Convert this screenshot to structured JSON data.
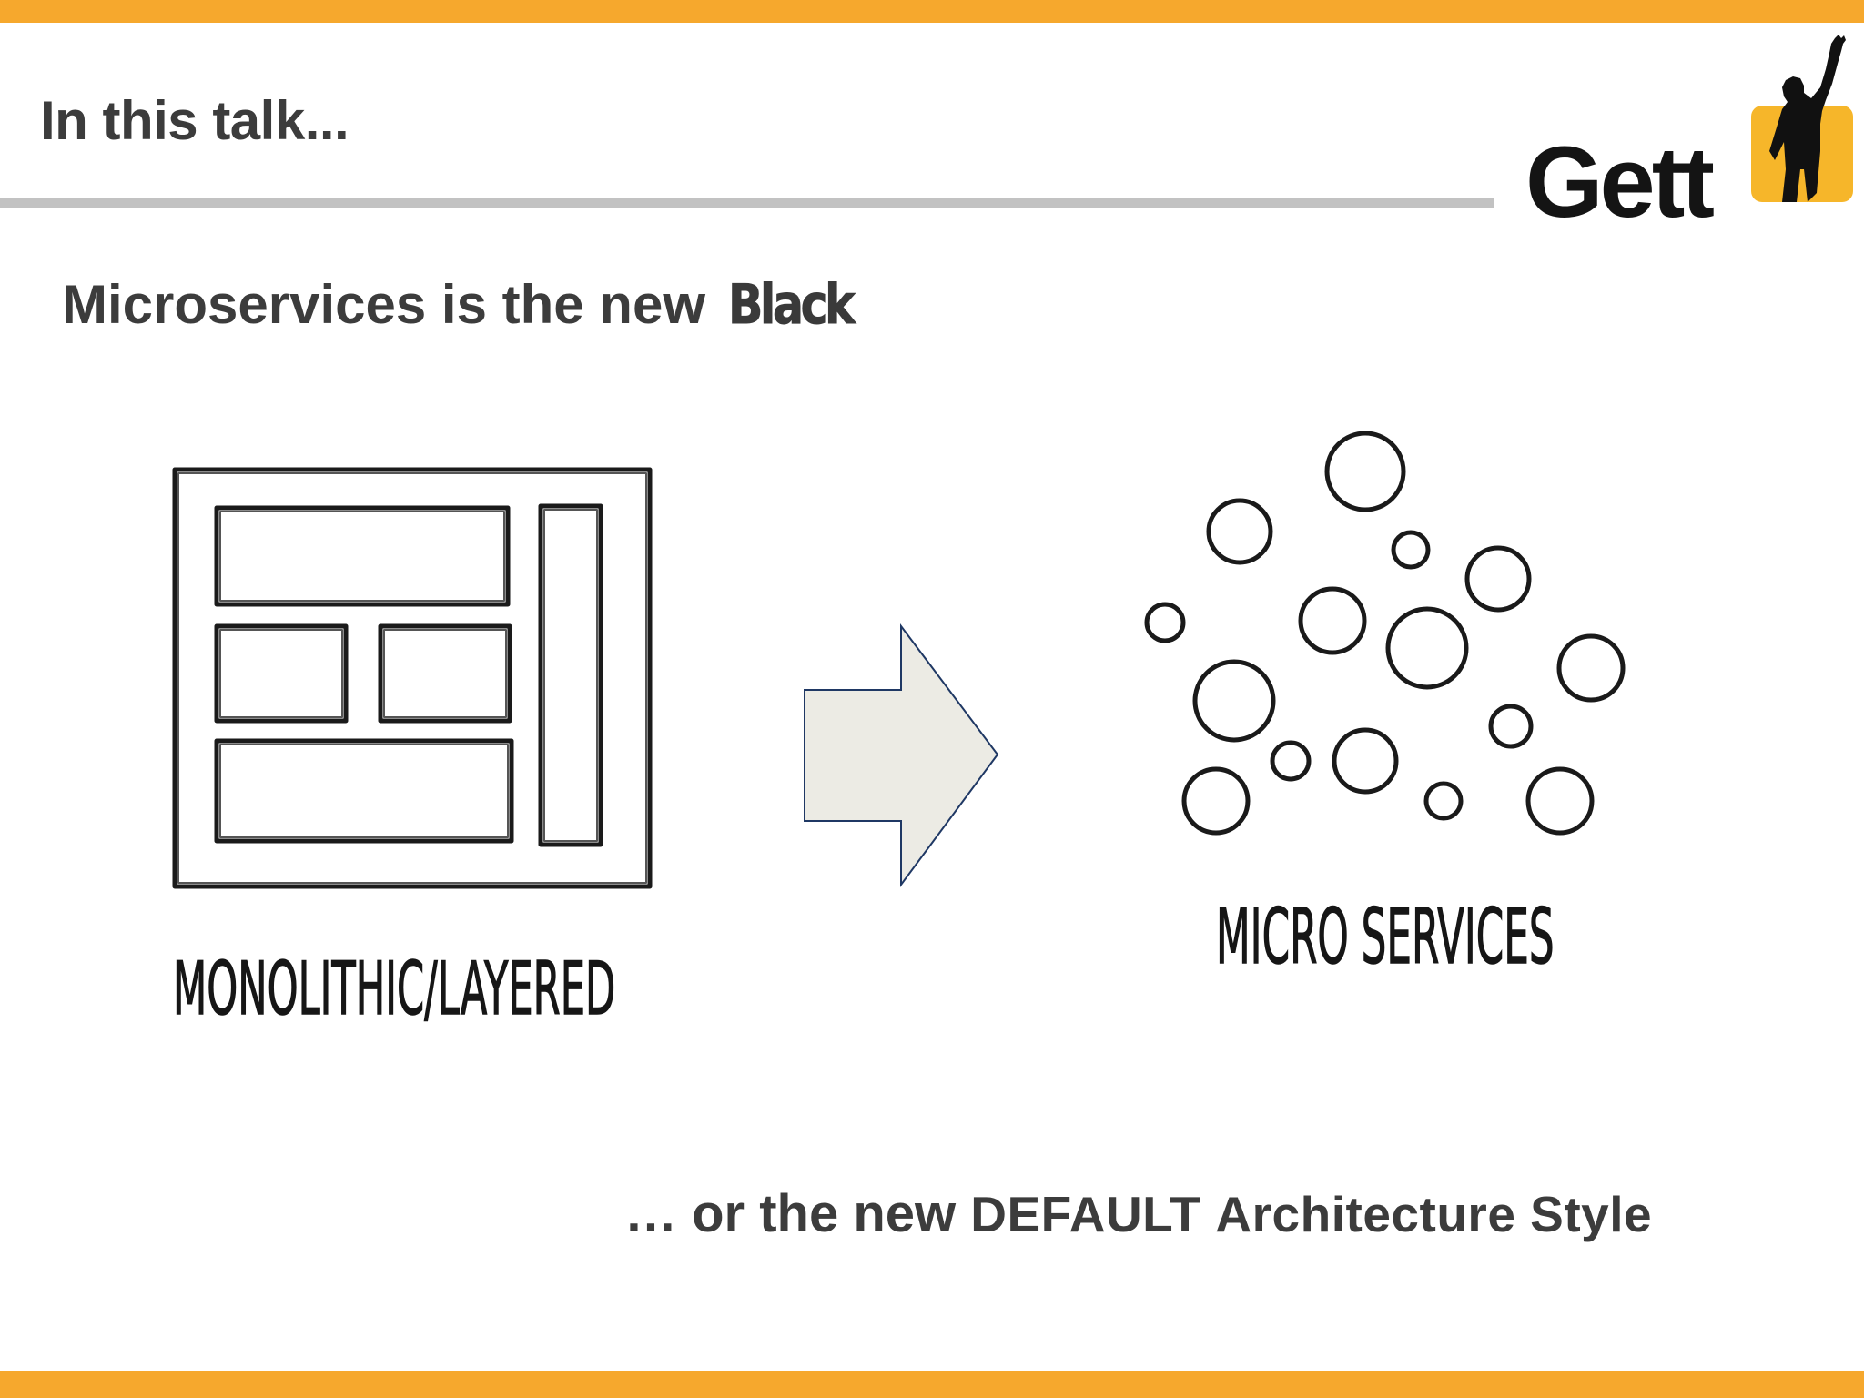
{
  "slide": {
    "title": "In this talk...",
    "subtitle_main": "Microservices is the new",
    "subtitle_emphasis": "Black",
    "footer_lead": "… or the new",
    "footer_caps": "DEFAULT",
    "footer_tail": "Architecture Style"
  },
  "logo": {
    "wordmark": "Gett",
    "icon": "person-raising-hand-icon"
  },
  "diagram": {
    "left_label": "MONOLITHIC/LAYERED",
    "right_label": "MICRO SERVICES",
    "arrow_icon": "right-arrow-icon"
  },
  "colors": {
    "accent_bar": "#f6a82d",
    "rule": "#c2c2c2",
    "text": "#3c3c3c",
    "arrow_fill": "#ecebe4",
    "arrow_stroke": "#1f3864",
    "logo_badge": "#f6b62a"
  }
}
